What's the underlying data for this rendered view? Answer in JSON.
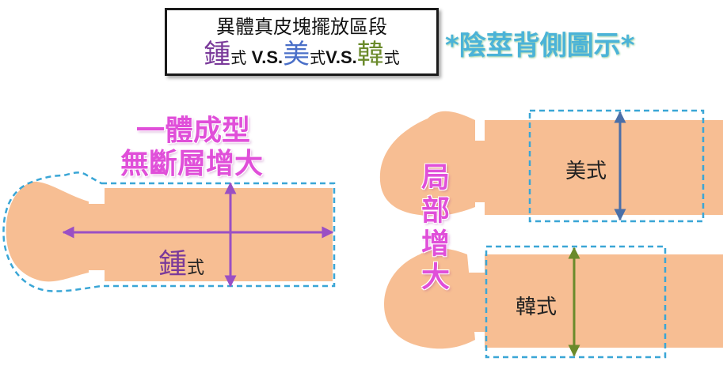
{
  "title": {
    "line1": "異體真皮塊擺放區段",
    "chui": "鍾",
    "mei": "美",
    "han": "韓",
    "suffix": "式",
    "vs": "V.S."
  },
  "subtitle": "*陰莖背側圖示*",
  "left_label": {
    "line1": "一體成型",
    "line2": "無斷層增大"
  },
  "middle_label": "局部增大",
  "styles": {
    "chui": "鍾",
    "mei": "美",
    "han": "韓",
    "suffix": "式"
  },
  "colors": {
    "shape": "#f7be93",
    "dashed": "#3aa6d6",
    "purple_arrow": "#9a4fc4",
    "blue_arrow": "#4a6fa8",
    "green_arrow": "#6a8a2a",
    "pink_text": "#e04fd9"
  }
}
